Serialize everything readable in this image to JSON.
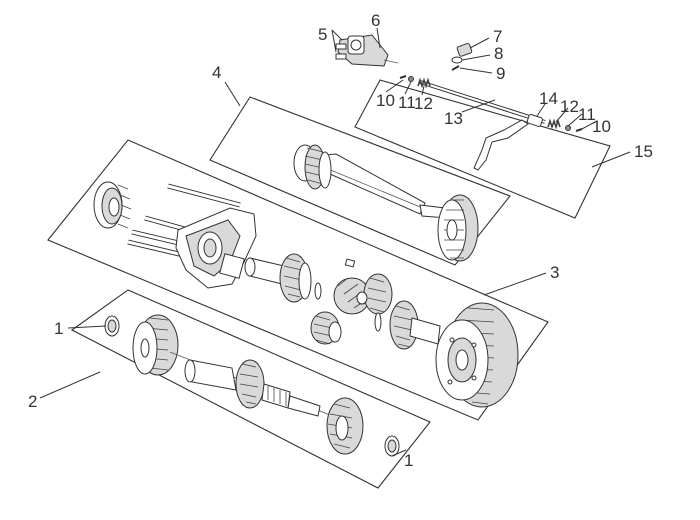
{
  "callouts": {
    "c1a": "1",
    "c1b": "1",
    "c2": "2",
    "c3": "3",
    "c4": "4",
    "c5": "5",
    "c6": "6",
    "c7": "7",
    "c8": "8",
    "c9": "9",
    "c10a": "10",
    "c10b": "10",
    "c11a": "11",
    "c11b": "11",
    "c12a": "12",
    "c12b": "12",
    "c13": "13",
    "c14": "14",
    "c15": "15"
  },
  "colors": {
    "line": "#333333",
    "shade": "#d9d9d9",
    "dark": "#8c8c8c",
    "background": "#ffffff"
  }
}
